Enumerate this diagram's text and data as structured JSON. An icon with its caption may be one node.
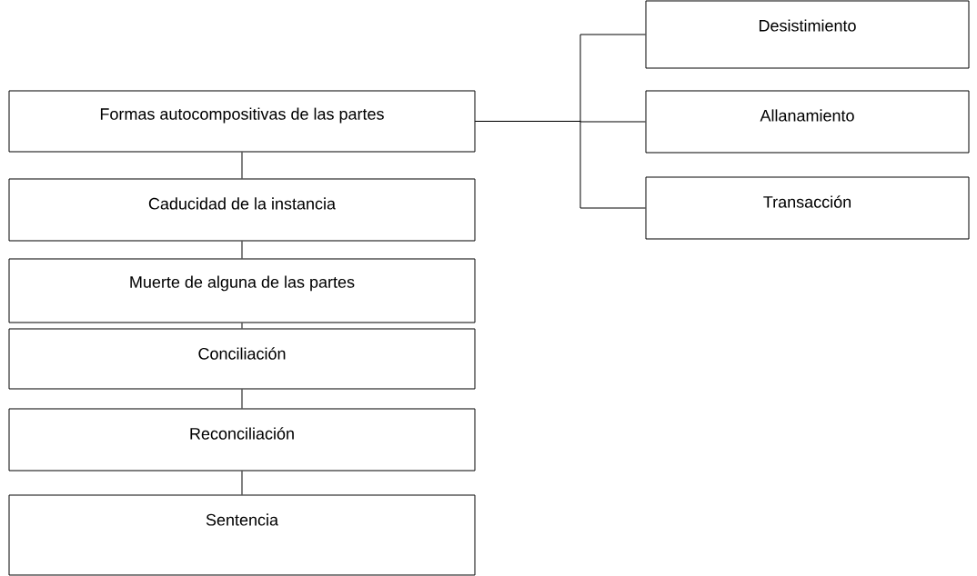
{
  "diagram": {
    "nodes": [
      {
        "text": [
          "Formas autocompositivas de las partes"
        ]
      },
      {
        "text": [
          "Caducidad de la instancia"
        ]
      },
      {
        "text": [
          "Muerte de alguna de las partes"
        ]
      },
      {
        "text": [
          "Conciliación"
        ]
      },
      {
        "text": [
          "Reconciliación"
        ]
      },
      {
        "text": [
          "Sentencia"
        ]
      },
      {
        "text": [
          "Desistimiento"
        ]
      },
      {
        "text": [
          "Allanamiento"
        ]
      },
      {
        "text": [
          "Transacción"
        ]
      }
    ],
    "edges": [
      {
        "from": 0,
        "to": 1,
        "arrow": "none"
      },
      {
        "from": 1,
        "to": 2,
        "arrow": "none"
      },
      {
        "from": 2,
        "to": 3,
        "arrow": "none"
      },
      {
        "from": 3,
        "to": 4,
        "arrow": "none"
      },
      {
        "from": 4,
        "to": 5,
        "arrow": "none"
      },
      {
        "from": 0,
        "to": 6,
        "arrow": "none"
      },
      {
        "from": 0,
        "to": 7,
        "arrow": "none"
      },
      {
        "from": 0,
        "to": 8,
        "arrow": "none"
      }
    ]
  }
}
